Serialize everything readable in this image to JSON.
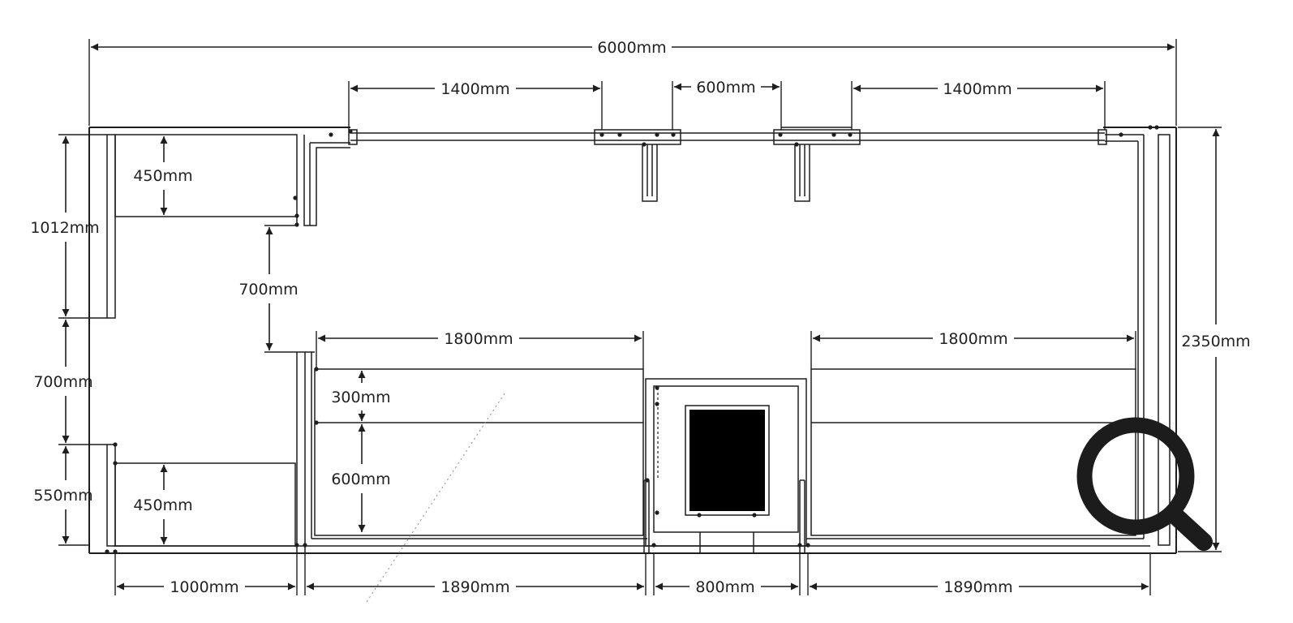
{
  "dimensions": {
    "total_width": "6000mm",
    "total_height": "2350mm",
    "window_left": "1400mm",
    "window_middle": "600mm",
    "window_right": "1400mm",
    "left_upper_height": "1012mm",
    "left_gap_height": "700mm",
    "left_lower_height": "550mm",
    "left_upper_cabinet_depth": "450mm",
    "left_lower_cabinet_depth": "450mm",
    "left_cabinet_gap": "700mm",
    "bench_left_width": "1800mm",
    "bench_right_width": "1800mm",
    "bench_upper_depth": "300mm",
    "bench_lower_depth": "600mm",
    "bottom_left": "1000mm",
    "bottom_mid_left": "1890mm",
    "bottom_door": "800mm",
    "bottom_mid_right": "1890mm"
  },
  "colors": {
    "line": "#1e1e1e",
    "background": "#ffffff"
  },
  "controls": {
    "zoom_icon": "magnifier-icon"
  }
}
